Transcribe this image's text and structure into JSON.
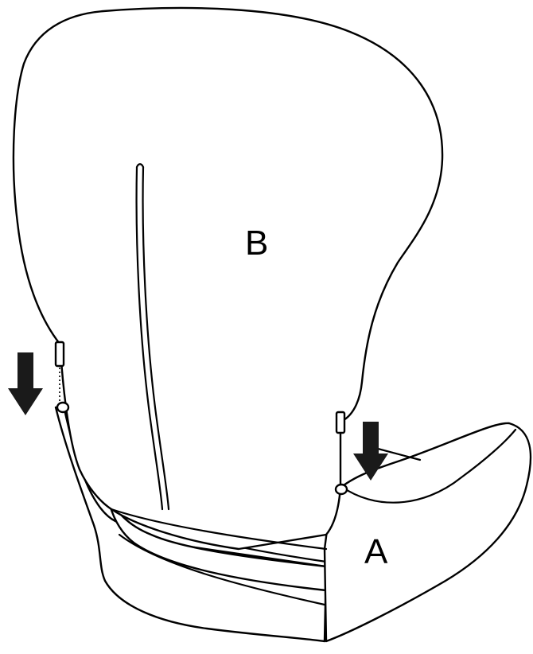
{
  "labels": {
    "backrest": "B",
    "seat": "A"
  },
  "arrows": [
    "down",
    "down"
  ],
  "colors": {
    "line": "#000000",
    "arrow": "#1a1a1a",
    "background": "#ffffff"
  }
}
